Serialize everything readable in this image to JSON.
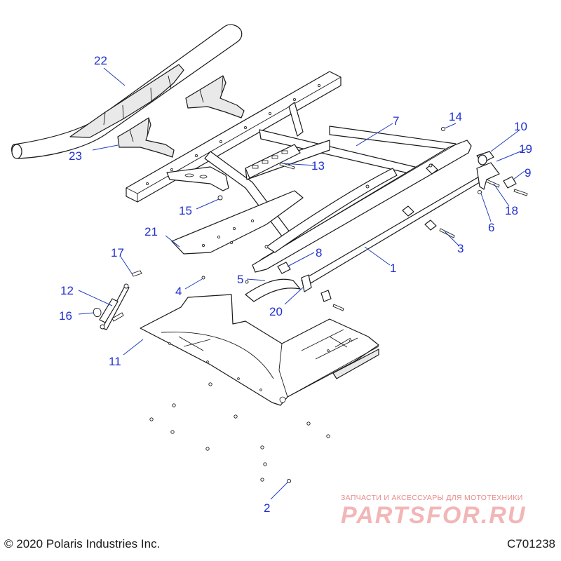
{
  "footer": {
    "copyright": "© 2020 Polaris Industries Inc.",
    "drawing_number": "C701238"
  },
  "watermark": {
    "tagline": "ЗАПЧАСТИ И АКСЕССУАРЫ ДЛЯ МОТОТЕХНИКИ",
    "logo_text": "PARTSFOR.RU"
  },
  "colors": {
    "callout": "#1f2fd0",
    "leader": "#1f3fbf",
    "line_art": "#1a1a1a",
    "watermark": "#e88a8a"
  },
  "callouts": [
    {
      "id": "c1",
      "label": "1"
    },
    {
      "id": "c2",
      "label": "2"
    },
    {
      "id": "c3",
      "label": "3"
    },
    {
      "id": "c4",
      "label": "4"
    },
    {
      "id": "c5",
      "label": "5"
    },
    {
      "id": "c6",
      "label": "6"
    },
    {
      "id": "c7",
      "label": "7"
    },
    {
      "id": "c8",
      "label": "8"
    },
    {
      "id": "c9",
      "label": "9"
    },
    {
      "id": "c10",
      "label": "10"
    },
    {
      "id": "c11",
      "label": "11"
    },
    {
      "id": "c12",
      "label": "12"
    },
    {
      "id": "c13",
      "label": "13"
    },
    {
      "id": "c14",
      "label": "14"
    },
    {
      "id": "c15",
      "label": "15"
    },
    {
      "id": "c16",
      "label": "16"
    },
    {
      "id": "c17",
      "label": "17"
    },
    {
      "id": "c18",
      "label": "18"
    },
    {
      "id": "c19",
      "label": "19"
    },
    {
      "id": "c20",
      "label": "20"
    },
    {
      "id": "c21",
      "label": "21"
    },
    {
      "id": "c22",
      "label": "22"
    },
    {
      "id": "c23",
      "label": "23"
    }
  ]
}
